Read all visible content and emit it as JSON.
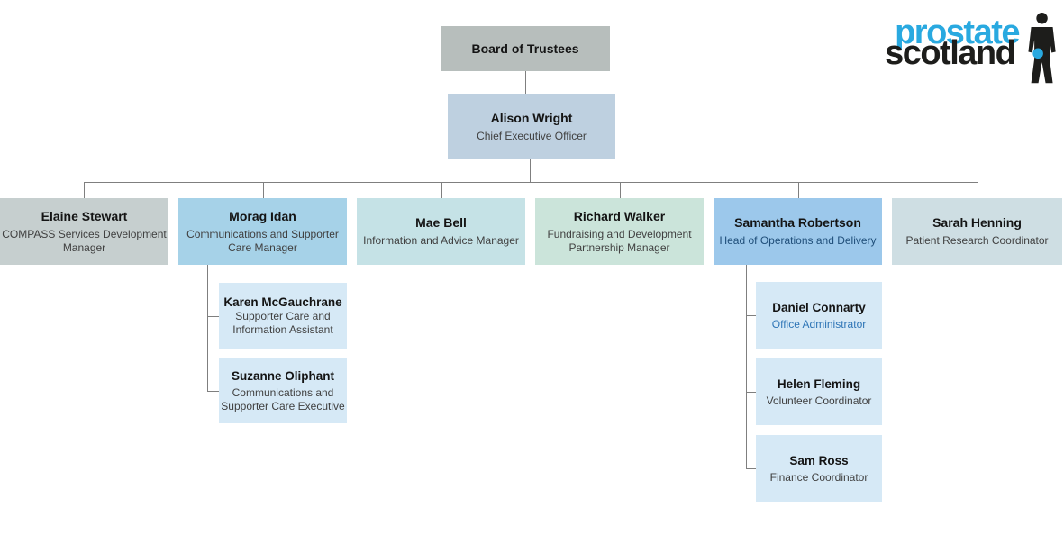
{
  "logo": {
    "word_top": "prostate",
    "word_bottom": "scotland",
    "accent_blue": "#29a9e0",
    "text_black": "#1d1d1b",
    "man_figure_icon": "man-figure-icon"
  },
  "org_chart": {
    "connector_color": "#7f7f7f",
    "nodes": {
      "board": {
        "title": "Board of Trustees",
        "fill": "#b7bebc"
      },
      "ceo": {
        "name": "Alison Wright",
        "title": "Chief Executive Officer",
        "fill": "#bed0e0"
      },
      "elaine": {
        "name": "Elaine Stewart",
        "title": "COMPASS Services Development Manager",
        "fill": "#c6cfcf"
      },
      "morag": {
        "name": "Morag Idan",
        "title": "Communications and Supporter Care Manager",
        "fill": "#a6d2e8"
      },
      "mae": {
        "name": "Mae Bell",
        "title": "Information and Advice Manager",
        "fill": "#c5e2e6"
      },
      "richard": {
        "name": "Richard Walker",
        "title": "Fundraising and Development Partnership Manager",
        "fill": "#cbe4da"
      },
      "samantha": {
        "name": "Samantha Robertson",
        "title": "Head of Operations and Delivery",
        "fill": "#9cc8eb",
        "title_color": "#1f4e79"
      },
      "sarah": {
        "name": "Sarah Henning",
        "title": "Patient Research Coordinator",
        "fill": "#cedee3"
      },
      "karen": {
        "name": "Karen McGauchrane",
        "title": "Supporter Care and Information Assistant",
        "fill": "#d6e9f6"
      },
      "suzanne": {
        "name": "Suzanne Oliphant",
        "title": "Communications and Supporter Care Executive",
        "fill": "#d6e9f6"
      },
      "daniel": {
        "name": "Daniel Connarty",
        "title": "Office Administrator",
        "fill": "#d6e9f6",
        "title_color": "#2e75b6"
      },
      "helen": {
        "name": "Helen Fleming",
        "title": "Volunteer Coordinator",
        "fill": "#d6e9f6"
      },
      "sam": {
        "name": "Sam Ross",
        "title": "Finance Coordinator",
        "fill": "#d6e9f6"
      }
    }
  }
}
